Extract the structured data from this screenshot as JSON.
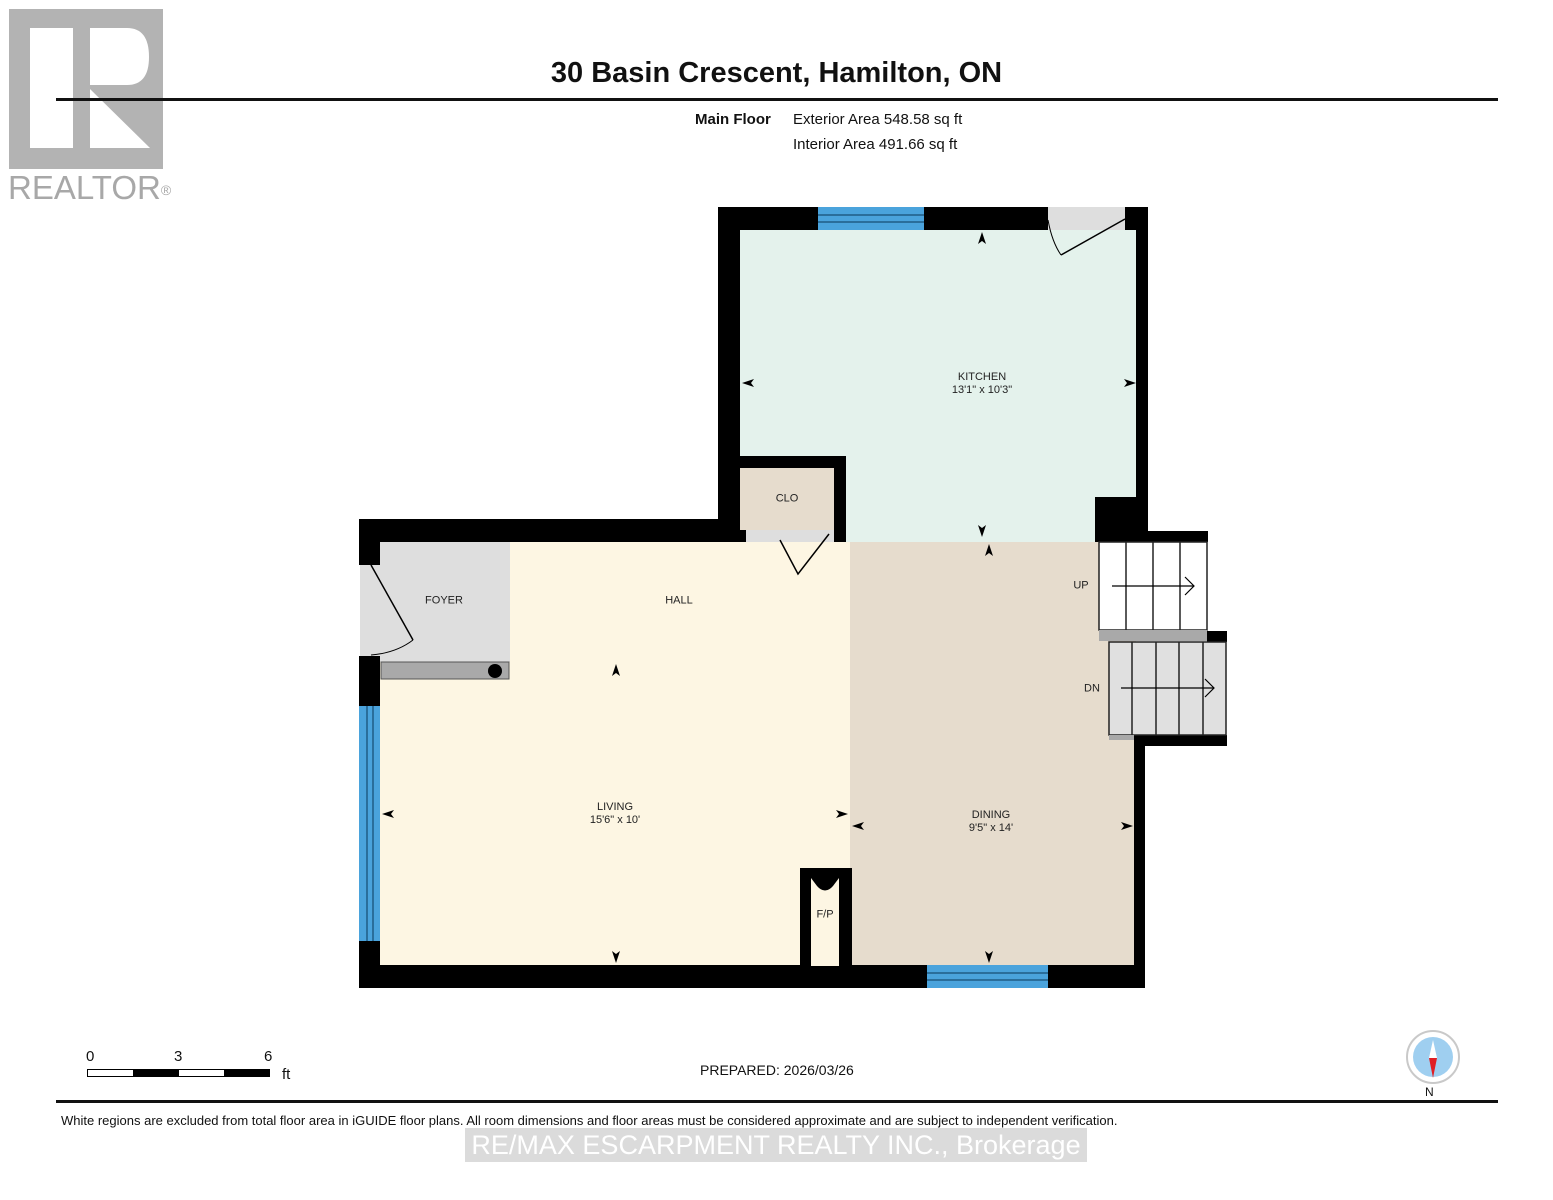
{
  "header": {
    "title": "30 Basin Crescent, Hamilton, ON",
    "floor_label": "Main Floor",
    "exterior_area": "Exterior Area 548.58 sq ft",
    "interior_area": "Interior Area 491.66 sq ft"
  },
  "logo": {
    "text": "REALTOR",
    "mark": "®"
  },
  "rooms": [
    {
      "name": "KITCHEN",
      "dims": "13'1\" x 10'3\"",
      "color": "#e4f2ec"
    },
    {
      "name": "CLO",
      "dims": "",
      "color": "#e6dccd"
    },
    {
      "name": "FOYER",
      "dims": "",
      "color": "#dedede"
    },
    {
      "name": "HALL",
      "dims": "",
      "color": "#fdf6e3"
    },
    {
      "name": "LIVING",
      "dims": "15'6\" x 10'",
      "color": "#fdf6e3"
    },
    {
      "name": "DINING",
      "dims": "9'5\" x 14'",
      "color": "#e6dccd"
    },
    {
      "name": "F/P",
      "dims": "",
      "color": "#fdf6e3"
    }
  ],
  "stairs": {
    "up_label": "UP",
    "down_label": "DN"
  },
  "colors": {
    "wall": "#000000",
    "window": "#4aa3dc",
    "stair_white": "#ffffff",
    "stair_grey": "#e0e0e0"
  },
  "scale_bar": {
    "ticks": [
      "0",
      "3",
      "6"
    ],
    "unit": "ft"
  },
  "prepared": "PREPARED: 2026/03/26",
  "compass": {
    "label": "N"
  },
  "footer": {
    "disclaimer": "White regions are excluded from total floor area in iGUIDE floor plans. All room dimensions and floor areas must be considered approximate and are subject to independent verification.",
    "watermark": "RE/MAX ESCARPMENT REALTY INC., Brokerage"
  }
}
